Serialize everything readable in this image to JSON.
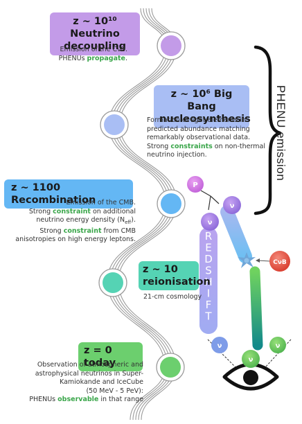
{
  "colors": {
    "purple": "#c39be8",
    "blue": "#a9bef4",
    "cyan": "#64b7f4",
    "teal": "#55d3b4",
    "green": "#6ccf6e",
    "highlight": "#3aa64a",
    "proton": "#d882e8",
    "cvb": "#e8503e"
  },
  "side_label": "PHENU emission",
  "epochs": [
    {
      "title_lines": [
        "z ~ 10¹⁰ Neutrino",
        "decoupling"
      ],
      "desc_lines": [
        [
          "Emission of the CνB."
        ],
        [
          "PHENUs ",
          "propagate",
          "."
        ]
      ]
    },
    {
      "title_lines": [
        "z ~ 10⁶ Big Bang",
        "nucleosynthesis"
      ],
      "desc_lines": [
        [
          "Formation of light elements in"
        ],
        [
          "predicted abundance matching"
        ],
        [
          "remarkably observational data."
        ],
        [
          "Strong ",
          "constraints",
          " on non-thermal"
        ],
        [
          "neutrino injection."
        ]
      ]
    },
    {
      "title_lines": [
        "z ~ 1100 Recombination"
      ],
      "desc_lines": [
        [
          "Emission of the CMB."
        ],
        [
          "Strong ",
          "constraint",
          " on additional"
        ],
        [
          "neutrino energy density (N",
          "eff",
          ")."
        ],
        [
          "Strong ",
          "constraint",
          " from CMB"
        ],
        [
          "anisotropies  on high energy leptons."
        ]
      ]
    },
    {
      "title_lines": [
        "z ~ 10",
        "reionisation"
      ],
      "desc_lines": [
        [
          "21-cm cosmology"
        ]
      ]
    },
    {
      "title_lines": [
        "z = 0 today"
      ],
      "desc_lines": [
        [
          "Observation of atmospheric and"
        ],
        [
          "astrophysical neutrinos in Super-"
        ],
        [
          "Kamiokande and IceCube"
        ],
        [
          "(50 MeV - 5 PeV):"
        ],
        [
          "PHENUs ",
          "observable",
          " in that range"
        ]
      ]
    }
  ],
  "particles": {
    "proton": "P",
    "neutrino": "ν",
    "cvb": "CνB",
    "redshift": "REDSHIFT"
  }
}
